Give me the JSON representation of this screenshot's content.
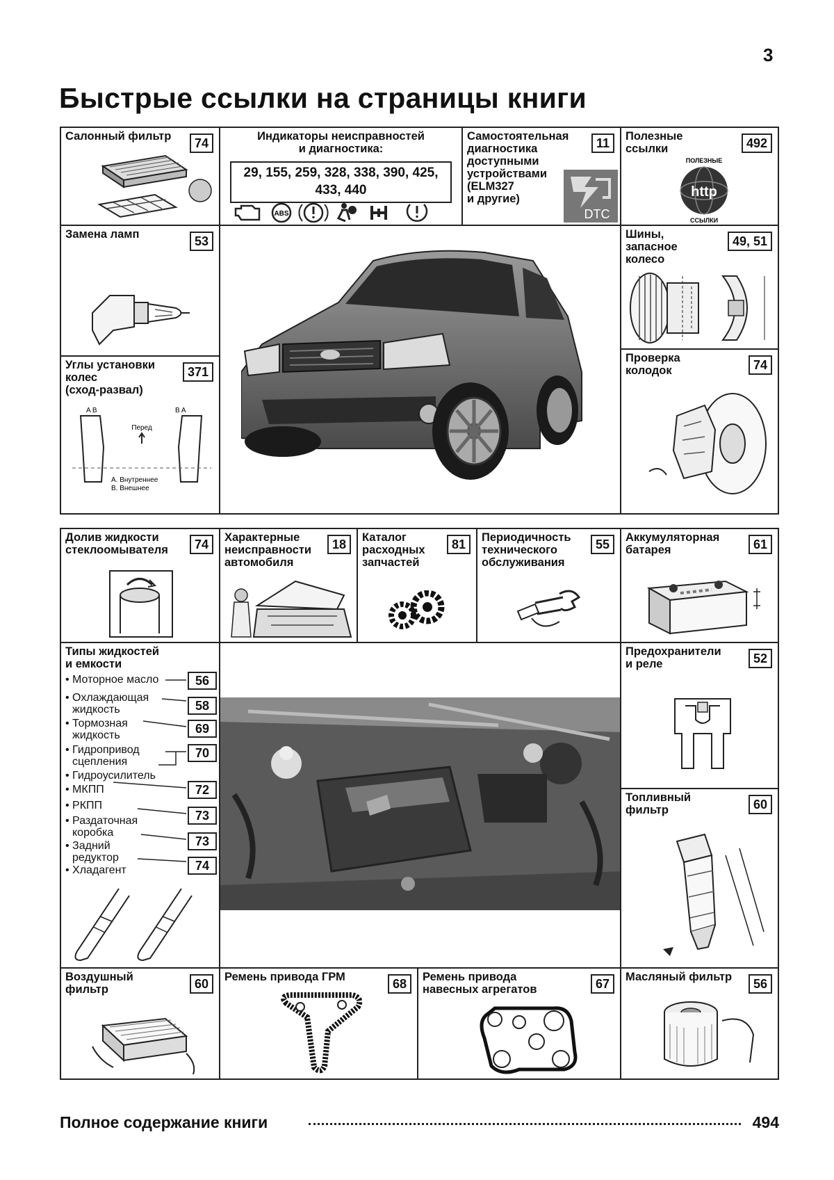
{
  "page_number": "3",
  "title": "Быстрые ссылки на страницы книги",
  "top": {
    "cabin_filter": {
      "title": "Салонный фильтр",
      "page": "74"
    },
    "indicators": {
      "title_l1": "Индикаторы неисправностей",
      "title_l2": "и диагностика:",
      "pages_l1": "29, 155, 259, 328, 338, 390, 425,",
      "pages_l2": "433, 440",
      "abs": "ABS"
    },
    "self_diag": {
      "l1": "Самостоятельная",
      "l2": "диагностика",
      "l3": "доступными",
      "l4": "устройствами",
      "l5": "(ELM327",
      "l6": "и другие)",
      "page": "11",
      "dtc": "DTC"
    },
    "useful_links": {
      "l1": "Полезные",
      "l2": "ссылки",
      "page": "492",
      "globe_top": "ПОЛЕЗНЫЕ",
      "globe_mid": "http",
      "globe_bot": "ССЫЛКИ"
    },
    "lamps": {
      "title": "Замена ламп",
      "page": "53"
    },
    "tires": {
      "l1": "Шины,",
      "l2": "запасное",
      "l3": "колесо",
      "page": "49, 51"
    },
    "alignment": {
      "l1": "Углы установки",
      "l2": "колес",
      "l3": "(сход-развал)",
      "page": "371",
      "front": "Перед",
      "ab_left": "A  B",
      "ab_right": "B  A",
      "inner": "A. Внутреннее",
      "outer": "B. Внешнее"
    },
    "pads": {
      "l1": "Проверка",
      "l2": "колодок",
      "page": "74"
    }
  },
  "bottom": {
    "washer": {
      "l1": "Долив жидкости",
      "l2": "стеклоомывателя",
      "page": "74"
    },
    "faults": {
      "l1": "Характерные",
      "l2": "неисправности",
      "l3": "автомобиля",
      "page": "18"
    },
    "catalog": {
      "l1": "Каталог",
      "l2": "расходных",
      "l3": "запчастей",
      "page": "81"
    },
    "service": {
      "l1": "Периодичность",
      "l2": "технического",
      "l3": "обслуживания",
      "page": "55"
    },
    "battery": {
      "l1": "Аккумуляторная",
      "l2": "батарея",
      "page": "61"
    },
    "fluids": {
      "l1": "Типы жидкостей",
      "l2": "и емкости",
      "items": [
        {
          "text": "• Моторное масло",
          "page": "56"
        },
        {
          "text": "• Охлаждающая",
          "text2": "жидкость",
          "page": "58"
        },
        {
          "text": "• Тормозная",
          "text2": "жидкость",
          "page": "69"
        },
        {
          "text": "• Гидропривод",
          "text2": "сцепления",
          "page": "70"
        },
        {
          "text": "• Гидроусилитель",
          "page": ""
        },
        {
          "text": "• МКПП",
          "page": ""
        },
        {
          "text": "• РКПП",
          "page": "72"
        },
        {
          "text": "• Раздаточная",
          "text2": "коробка",
          "page": "73"
        },
        {
          "text": "• Задний",
          "text2": "редуктор",
          "page": "73"
        },
        {
          "text": "• Хладагент",
          "page": "74"
        }
      ]
    },
    "fuses": {
      "l1": "Предохранители",
      "l2": "и реле",
      "page": "52"
    },
    "fuel_filter": {
      "l1": "Топливный",
      "l2": "фильтр",
      "page": "60"
    },
    "air_filter": {
      "l1": "Воздушный",
      "l2": "фильтр",
      "page": "60"
    },
    "timing_belt": {
      "title": "Ремень привода ГРМ",
      "page": "68"
    },
    "aux_belt": {
      "l1": "Ремень привода",
      "l2": "навесных агрегатов",
      "page": "67"
    },
    "oil_filter": {
      "title": "Масляный фильтр",
      "page": "56"
    }
  },
  "toc": {
    "label": "Полное содержание книги",
    "page": "494"
  }
}
